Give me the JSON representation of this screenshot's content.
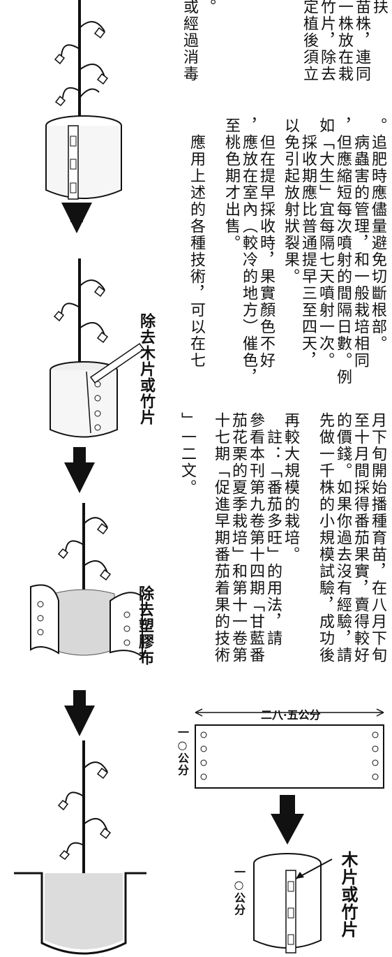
{
  "top_block": {
    "columns": [
      "扶",
      "苗株，連同",
      "一株放在栽",
      "竹片，除去",
      "定植後須立",
      "或經過消毒"
    ],
    "tail_dot": "。"
  },
  "middle_block": {
    "columns": [
      "。追肥時應儘量避免切斷根部。",
      "　病蟲害的管理，和一般栽培相同",
      "，但應縮短每次噴射的間隔日數。例",
      "如「大生」宜每隔七天噴射一次。",
      "　採收期應比普通提早三至四天，",
      "以免引起放射狀裂果。",
      "　但在提早採收時，果實顏色不好",
      "，應放在室內（較冷的地方）催色，",
      "至桃色期才出售。",
      "　應用上述的各種技術，可以在七"
    ]
  },
  "lower_block": {
    "columns": [
      "月下旬開始播種育苗，在八月下旬",
      "至十月間採得番茄果實，賣得較好",
      "的價錢。如果你過去沒有經驗，請",
      "先做一千株的小規模試驗，成功後",
      "再較大規模的栽培。",
      "　註：「番茄多旺」的用法，請",
      "參看本刊第九卷第十四期「甘藍番",
      "茄花栗的夏季栽培」和第十一卷第",
      "十七期「促進早期番茄着果的技術",
      "」一二文。"
    ]
  },
  "illustration": {
    "label_remove_wood": "除去木片或竹片",
    "label_remove_plastic": "除去塑膠布",
    "dimension_width": "二八·五公分",
    "dimension_height": "一○公分",
    "label_wood_strip": "木片或竹片",
    "dimension_height_2": "一○公分"
  }
}
